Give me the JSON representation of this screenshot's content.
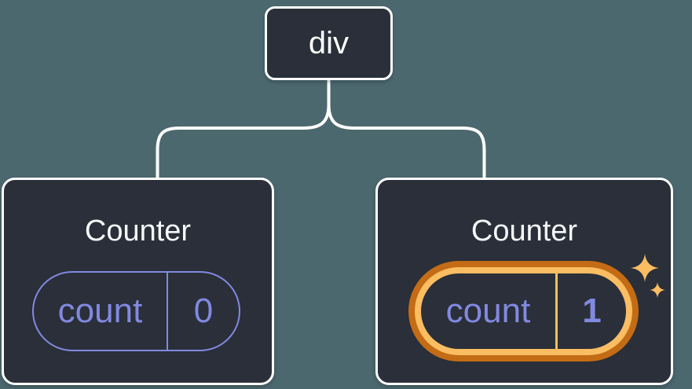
{
  "diagram": {
    "root": {
      "label": "div"
    },
    "children": [
      {
        "title": "Counter",
        "state": {
          "label": "count",
          "value": "0"
        },
        "highlighted": false
      },
      {
        "title": "Counter",
        "state": {
          "label": "count",
          "value": "1"
        },
        "highlighted": true
      }
    ]
  },
  "icons": {
    "sparkles": "✦"
  },
  "colors": {
    "background": "#4C686F",
    "node_fill": "#2A2F39",
    "node_border": "#FFFFFF",
    "connector": "#FFFFFF",
    "state_accent_purple": "#8289E0",
    "highlight_orange_dark": "#C36C15",
    "highlight_orange_light": "#FABD62",
    "title_text": "#F6F7F9"
  }
}
